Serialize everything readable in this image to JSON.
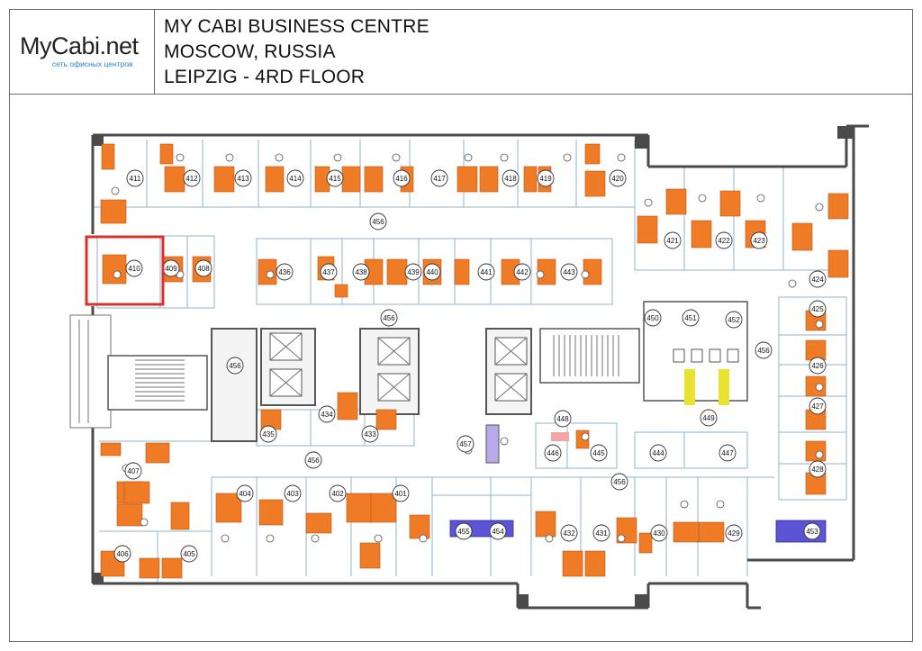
{
  "header": {
    "logo": {
      "brand": "MyCabi.net",
      "tagline": "сеть офисных центров"
    },
    "title_lines": [
      "MY CABI BUSINESS CENTRE",
      "MOSCOW, RUSSIA",
      "LEIPZIG - 4RD FLOOR"
    ]
  },
  "floor_plan": {
    "highlighted_room": "410",
    "rooms": [
      "401",
      "402",
      "403",
      "404",
      "405",
      "406",
      "407",
      "408",
      "409",
      "410",
      "411",
      "412",
      "413",
      "414",
      "415",
      "416",
      "417",
      "418",
      "419",
      "420",
      "421",
      "422",
      "423",
      "424",
      "425",
      "426",
      "427",
      "428",
      "429",
      "430",
      "431",
      "432",
      "433",
      "434",
      "435",
      "436",
      "437",
      "438",
      "439",
      "440",
      "441",
      "442",
      "443",
      "444",
      "445",
      "446",
      "447",
      "448",
      "449",
      "450",
      "451",
      "452",
      "453",
      "454",
      "455",
      "456",
      "457"
    ],
    "colors": {
      "desk": "#f07b26",
      "meeting_table": "#5b55d6",
      "wall": "#4a4a4a",
      "partition": "#8fb3cc",
      "highlight": "#d9322c",
      "accent_yellow": "#e9e233",
      "accent_pink": "#f2a6a6",
      "accent_purple": "#b7a9ea"
    }
  }
}
